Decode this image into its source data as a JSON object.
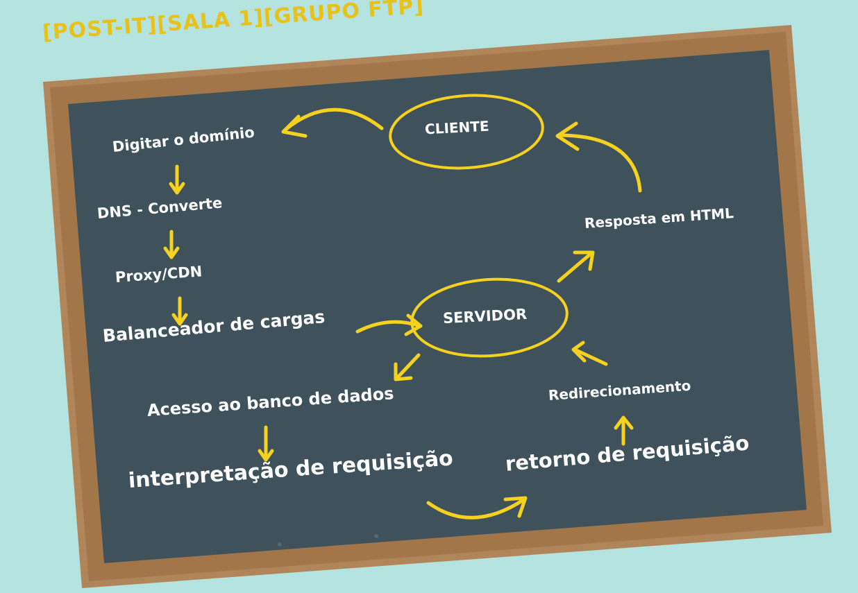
{
  "header": {
    "title": "[POST-IT][SALA 1][GRUPO FTP]"
  },
  "nodes": {
    "cliente": "CLIENTE",
    "servidor": "SERVIDOR"
  },
  "steps": {
    "digitar": "Digitar o domínio",
    "dns": "DNS - Converte",
    "proxy": "Proxy/CDN",
    "balanceador": "Balanceador de cargas",
    "acesso": "Acesso ao banco de dados",
    "interpretacao": "interpretação de requisição",
    "retorno": "retorno de requisição",
    "redirecionamento": "Redirecionamento",
    "resposta": "Resposta em HTML"
  },
  "colors": {
    "background": "#b5e3df",
    "frame": "#b0855a",
    "board": "#3f525b",
    "accent": "#f5d21f",
    "text": "#ffffff"
  }
}
